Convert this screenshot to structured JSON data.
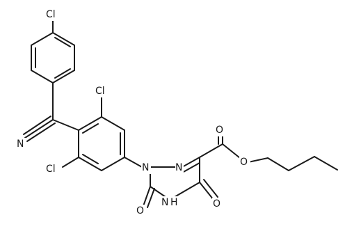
{
  "molecule": {
    "atoms": {
      "cl_top": "Cl",
      "cl_right": "Cl",
      "cl_left": "Cl",
      "n_nitrile": "N",
      "n_ring_1": "N",
      "n_ring_2": "N",
      "nh_ring": "N",
      "h_ring": "H",
      "o_left": "O",
      "o_right": "O",
      "o_carbonyl": "O",
      "o_ester": "O"
    }
  }
}
